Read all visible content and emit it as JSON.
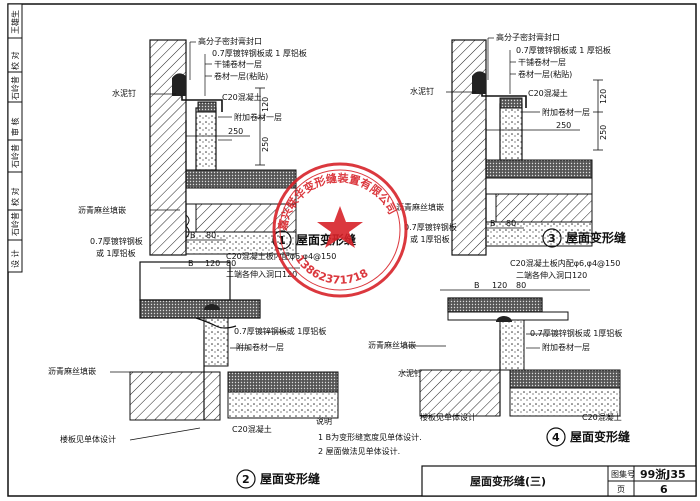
{
  "side_block": {
    "cells": [
      "设 计",
      "石岭昔",
      "校 对",
      "石岭昔",
      "审 核",
      "石岭昔",
      "校 对",
      "王雄生"
    ]
  },
  "labels": {
    "sealant": "高分子密封膏封口",
    "plate": "0.7厚镀锌钢板或 1 厚铝板",
    "dry_coil": "干铺卷材一层",
    "coil_glue": "卷材一层(粘贴)",
    "c20_left": "C20混凝土",
    "nail": "水泥钉",
    "add_coil": "附加卷材一层",
    "asphalt": "沥青麻丝填嵌",
    "plate_line1": "0.7厚镀锌钢板",
    "plate_line2": "或 1厚铝板",
    "c20_top": "C20混凝土板内配φ6,φ4@150",
    "c20_top_right": "C20混凝土板内配φ6,φ4@150",
    "ends_anchor": "二端各伸入洞口120",
    "plate_mid": "0.7厚镀锌钢板或 1厚铝板",
    "floor_design": "楼板见单体设计",
    "c20_bottom": "C20混凝土"
  },
  "dimensions": {
    "d120": "120",
    "d250": "250",
    "d80": "80",
    "db": "B"
  },
  "captions": [
    {
      "num": "1",
      "text": "屋面变形缝"
    },
    {
      "num": "2",
      "text": "屋面变形缝"
    },
    {
      "num": "3",
      "text": "屋面变形缝"
    },
    {
      "num": "4",
      "text": "屋面变形缝"
    }
  ],
  "notes": {
    "title": "说明",
    "items": [
      "1  B为变形缝宽度见单体设计.",
      "2  屋面做法见单体设计."
    ]
  },
  "title_block": {
    "title": "屋面变形缝(三)",
    "atlas_label": "图集号",
    "atlas_value": "99浙J35",
    "page_label": "页",
    "page_value": "6"
  },
  "stamp": {
    "top_text": "嘉兴联华变形缝装置有限公司",
    "bottom_text": "13862371718"
  },
  "colors": {
    "stamp": "#d8232a",
    "line": "#111111"
  }
}
